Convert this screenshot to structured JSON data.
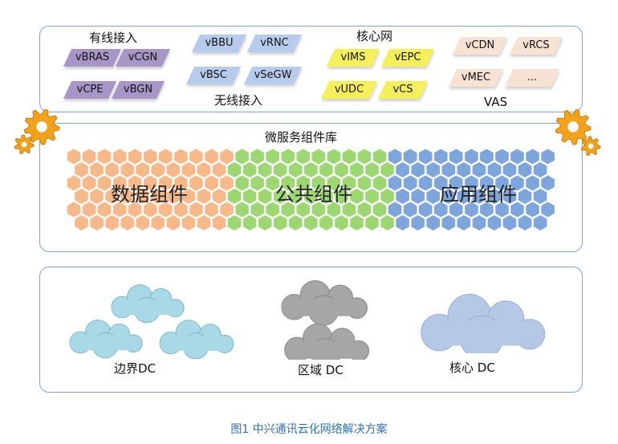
{
  "network_groups": {
    "access_wired": {
      "title": "有线接入",
      "items": [
        "vBRAS",
        "vCGN",
        "vCPE",
        "vBGN"
      ]
    },
    "access_wireless": {
      "title": "无线接入",
      "items": [
        "vBBU",
        "vRNC",
        "vBSC",
        "vSeGW"
      ]
    },
    "core": {
      "title": "核心网",
      "items": [
        "vIMS",
        "vEPC",
        "vUDC",
        "vCS"
      ]
    },
    "vas": {
      "title": "VAS",
      "items": [
        "vCDN",
        "vRCS",
        "vMEC",
        "..."
      ]
    }
  },
  "microservice_library": {
    "title": "微服务组件库",
    "components": [
      {
        "label": "数据组件",
        "color": "#f7b98a"
      },
      {
        "label": "公共组件",
        "color": "#9cd772"
      },
      {
        "label": "应用组件",
        "color": "#7ea6dd"
      }
    ]
  },
  "datacenters": [
    {
      "label": "边界DC",
      "color": "#a9d8e6"
    },
    {
      "label": "区域 DC",
      "color": "#a6a6a6"
    },
    {
      "label": "核心 DC",
      "color": "#b5c9e6"
    }
  ],
  "colors": {
    "wired": "#a895c8",
    "wireless": "#b7cbec",
    "core": "#f5f05a",
    "vas": "#f8e2d3",
    "panel_border": "#7da3d8",
    "gear": "#f2a21b"
  },
  "caption": "图1  中兴通讯云化网络解决方案"
}
